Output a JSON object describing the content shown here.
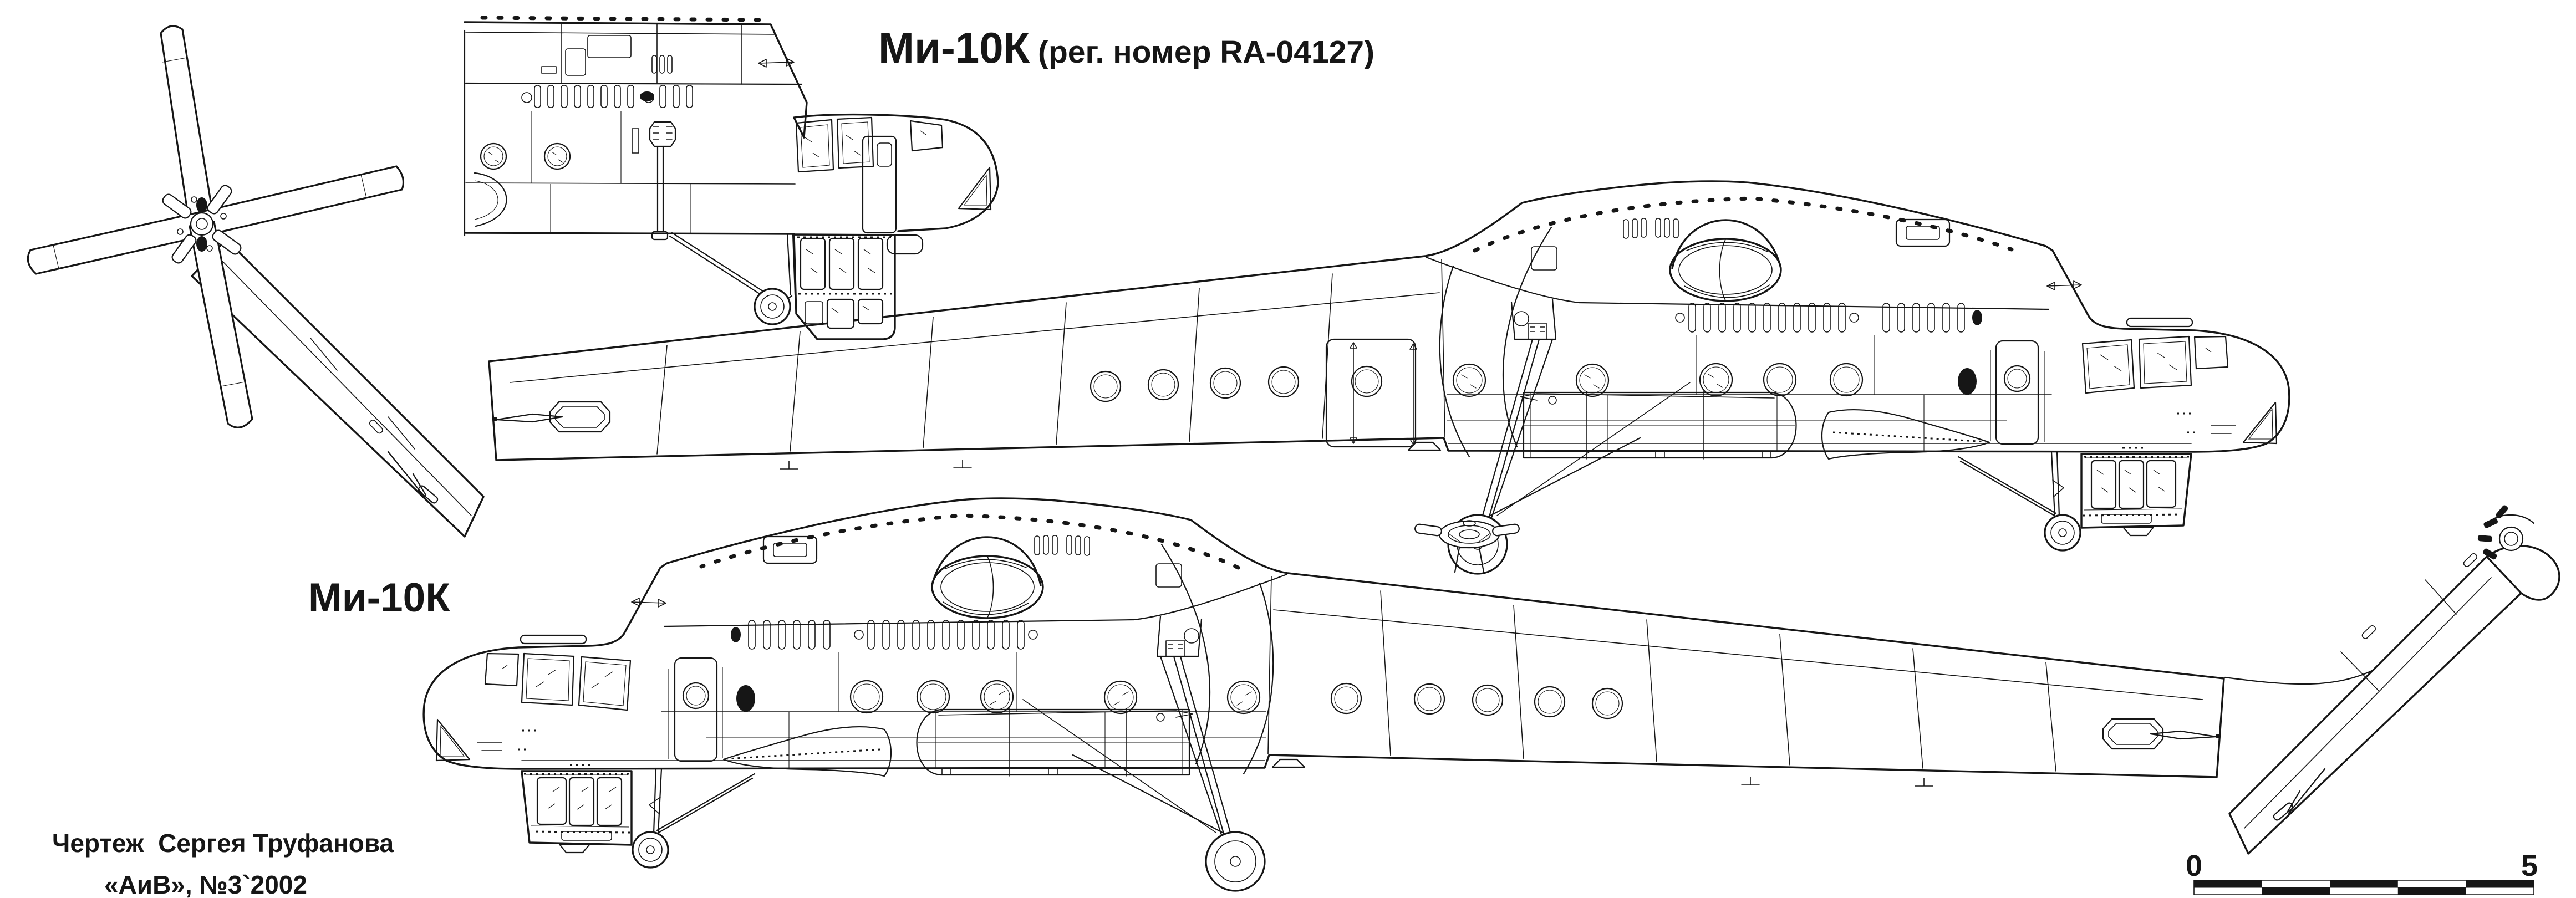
{
  "meta": {
    "ink_color": "#161616",
    "paper_color": "#ffffff"
  },
  "title": {
    "model": "Ми-10К",
    "registration": "(рег. номер RA-04127)"
  },
  "side_label": "Ми-10К",
  "credits": {
    "line1": "Чертеж  Сергея Труфанова",
    "line2": "«АиВ», №3`2002"
  },
  "scale_bar": {
    "start_label": "0",
    "end_label": "5"
  }
}
